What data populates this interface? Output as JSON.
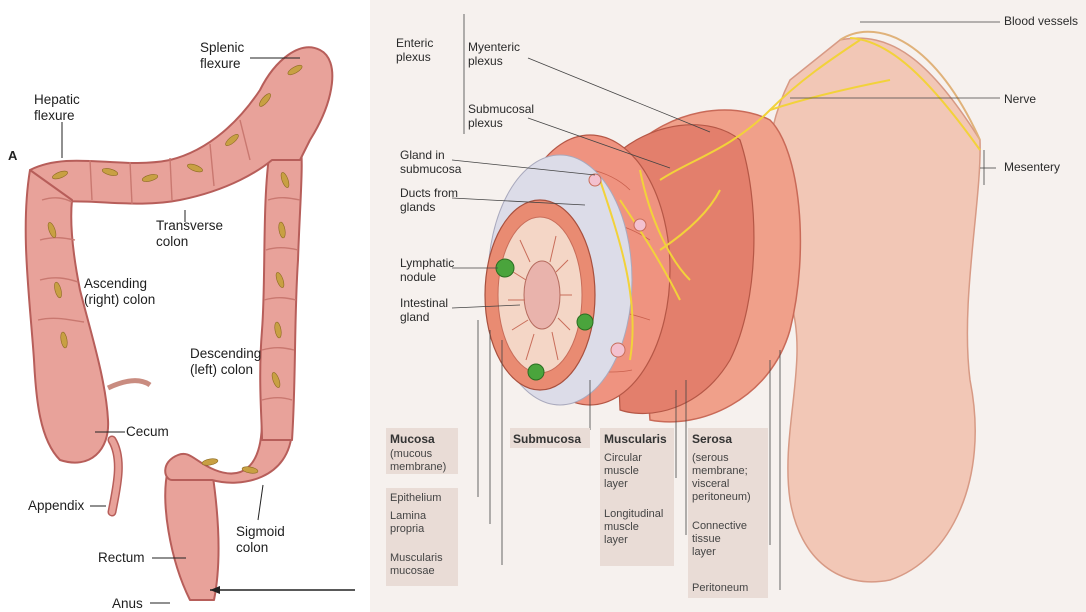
{
  "colon_panel": {
    "panel_letter": "A",
    "labels": {
      "splenic_flexure": "Splenic\nflexure",
      "hepatic_flexure": "Hepatic\nflexure",
      "transverse_colon": "Transverse\ncolon",
      "ascending_colon": "Ascending\n(right) colon",
      "descending_colon": "Descending\n(left) colon",
      "cecum": "Cecum",
      "appendix": "Appendix",
      "rectum": "Rectum",
      "sigmoid_colon": "Sigmoid\ncolon",
      "anus": "Anus"
    }
  },
  "wall_panel": {
    "labels": {
      "enteric_plexus": "Enteric\nplexus",
      "myenteric_plexus": "Myenteric\nplexus",
      "submucosal_plexus": "Submucosal\nplexus",
      "gland_in_submucosa": "Gland in\nsubmucosa",
      "ducts_from_glands": "Ducts from\nglands",
      "lymphatic_nodule": "Lymphatic\nnodule",
      "intestinal_gland": "Intestinal\ngland",
      "blood_vessels": "Blood vessels",
      "nerve": "Nerve",
      "mesentery": "Mesentery"
    },
    "layers": {
      "mucosa": {
        "title": "Mucosa",
        "subtitle": "(mucous\nmembrane)",
        "parts": [
          "Epithelium",
          "Lamina\npropria",
          "Muscularis\nmucosae"
        ]
      },
      "submucosa": {
        "title": "Submucosa"
      },
      "muscularis": {
        "title": "Muscularis",
        "parts": [
          "Circular\nmuscle\nlayer",
          "Longitudinal\nmuscle\nlayer"
        ]
      },
      "serosa": {
        "title": "Serosa",
        "subtitle": "(serous\nmembrane;\nvisceral\nperitoneum)",
        "parts": [
          "Connective\ntissue\nlayer",
          "Peritoneum"
        ]
      }
    }
  },
  "colors": {
    "colon_fill": "#e8a29a",
    "colon_edge": "#b75e5a",
    "taenia": "#c8a043",
    "muscle": "#e37f6c",
    "submucosa": "#dcdce8",
    "nerve": "#f2d23a",
    "nodule": "#4aa43c",
    "label_box": "#e9dcd6"
  }
}
